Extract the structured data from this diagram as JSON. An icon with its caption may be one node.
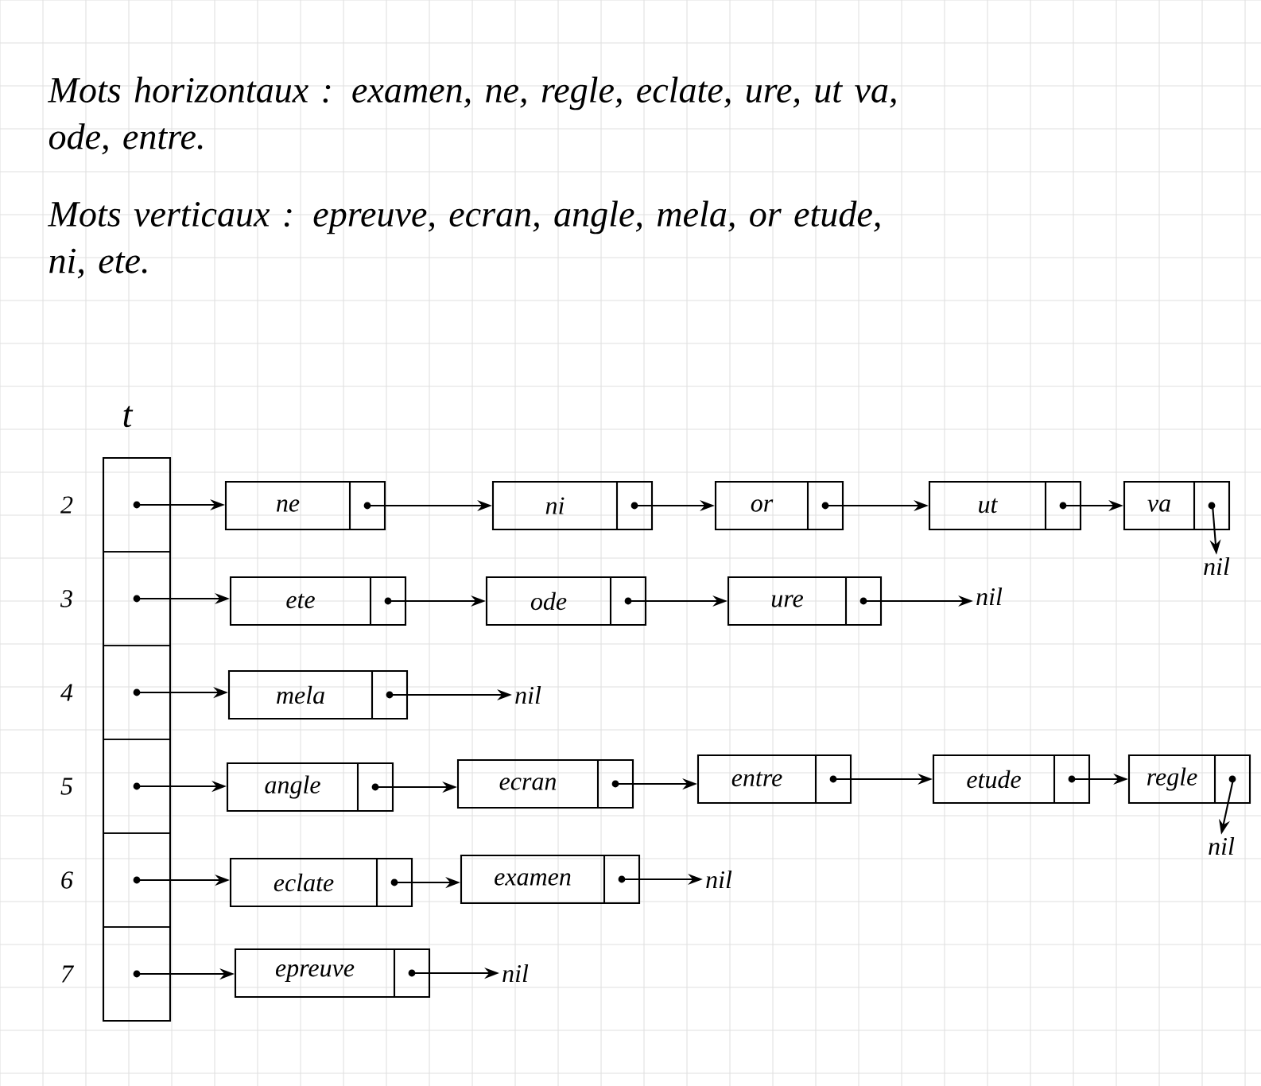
{
  "diagram": {
    "nodes": [
      {
        "text": [
          "t"
        ]
      },
      {
        "text": [],
        "shape": "box",
        "in": 0,
        "beside": [
          "2"
        ]
      },
      {
        "text": [],
        "shape": "box",
        "in": 0,
        "beside": [
          "3"
        ]
      },
      {
        "text": [],
        "shape": "box",
        "in": 0,
        "beside": [
          "4"
        ]
      },
      {
        "text": [],
        "shape": "box",
        "in": 0,
        "beside": [
          "5"
        ]
      },
      {
        "text": [],
        "shape": "box",
        "in": 0,
        "beside": [
          "6"
        ]
      },
      {
        "text": [],
        "shape": "box",
        "in": 0,
        "beside": [
          "7"
        ]
      },
      {
        "text": [
          "ne"
        ]
      },
      {
        "text": [
          "ni"
        ]
      },
      {
        "text": [
          "or"
        ]
      },
      {
        "text": [
          "ut"
        ]
      },
      {
        "text": [
          "va"
        ]
      },
      {
        "text": [
          "nil"
        ]
      },
      {
        "text": [
          "ete"
        ]
      },
      {
        "text": [
          "ode"
        ]
      },
      {
        "text": [
          "ure"
        ]
      },
      {
        "text": [
          "nil"
        ]
      },
      {
        "text": [
          "mela"
        ]
      },
      {
        "text": [
          "nil"
        ]
      },
      {
        "text": [
          "angle"
        ]
      },
      {
        "text": [
          "ecran"
        ]
      },
      {
        "text": [
          "entre"
        ]
      },
      {
        "text": [
          "etude"
        ]
      },
      {
        "text": [
          "regle"
        ]
      },
      {
        "text": [
          "nil"
        ]
      },
      {
        "text": [
          "eclate"
        ]
      },
      {
        "text": [
          "examen"
        ]
      },
      {
        "text": [
          "nil"
        ]
      },
      {
        "text": [
          "epreuve"
        ]
      },
      {
        "text": [
          "nil"
        ]
      }
    ],
    "edges": [
      {
        "from": 1,
        "to": 7,
        "arrow": "to"
      },
      {
        "from": 7,
        "to": 8,
        "arrow": "to"
      },
      {
        "from": 8,
        "to": 9,
        "arrow": "to"
      },
      {
        "from": 9,
        "to": 10,
        "arrow": "to"
      },
      {
        "from": 10,
        "to": 11,
        "arrow": "to"
      },
      {
        "from": 11,
        "to": 12,
        "arrow": "to"
      },
      {
        "from": 2,
        "to": 13,
        "arrow": "to"
      },
      {
        "from": 13,
        "to": 14,
        "arrow": "to"
      },
      {
        "from": 14,
        "to": 15,
        "arrow": "to"
      },
      {
        "from": 15,
        "to": 16,
        "arrow": "to"
      },
      {
        "from": 3,
        "to": 17,
        "arrow": "to"
      },
      {
        "from": 17,
        "to": 18,
        "arrow": "to"
      },
      {
        "from": 4,
        "to": 19,
        "arrow": "to"
      },
      {
        "from": 19,
        "to": 20,
        "arrow": "to"
      },
      {
        "from": 20,
        "to": 21,
        "arrow": "to"
      },
      {
        "from": 21,
        "to": 22,
        "arrow": "to"
      },
      {
        "from": 22,
        "to": 23,
        "arrow": "to"
      },
      {
        "from": 23,
        "to": 24,
        "arrow": "to"
      },
      {
        "from": 5,
        "to": 25,
        "arrow": "to"
      },
      {
        "from": 25,
        "to": 26,
        "arrow": "to"
      },
      {
        "from": 26,
        "to": 27,
        "arrow": "to"
      },
      {
        "from": 6,
        "to": 28,
        "arrow": "to"
      },
      {
        "from": 28,
        "to": 29,
        "arrow": "to"
      }
    ],
    "labels": [
      "Mots horizontaux : examen, ne, regle, eclate, ure, ut va, ode, entre.",
      "Mots verticaux : epreuve, ecran, angle, mela, or etude, ni, ete."
    ]
  }
}
